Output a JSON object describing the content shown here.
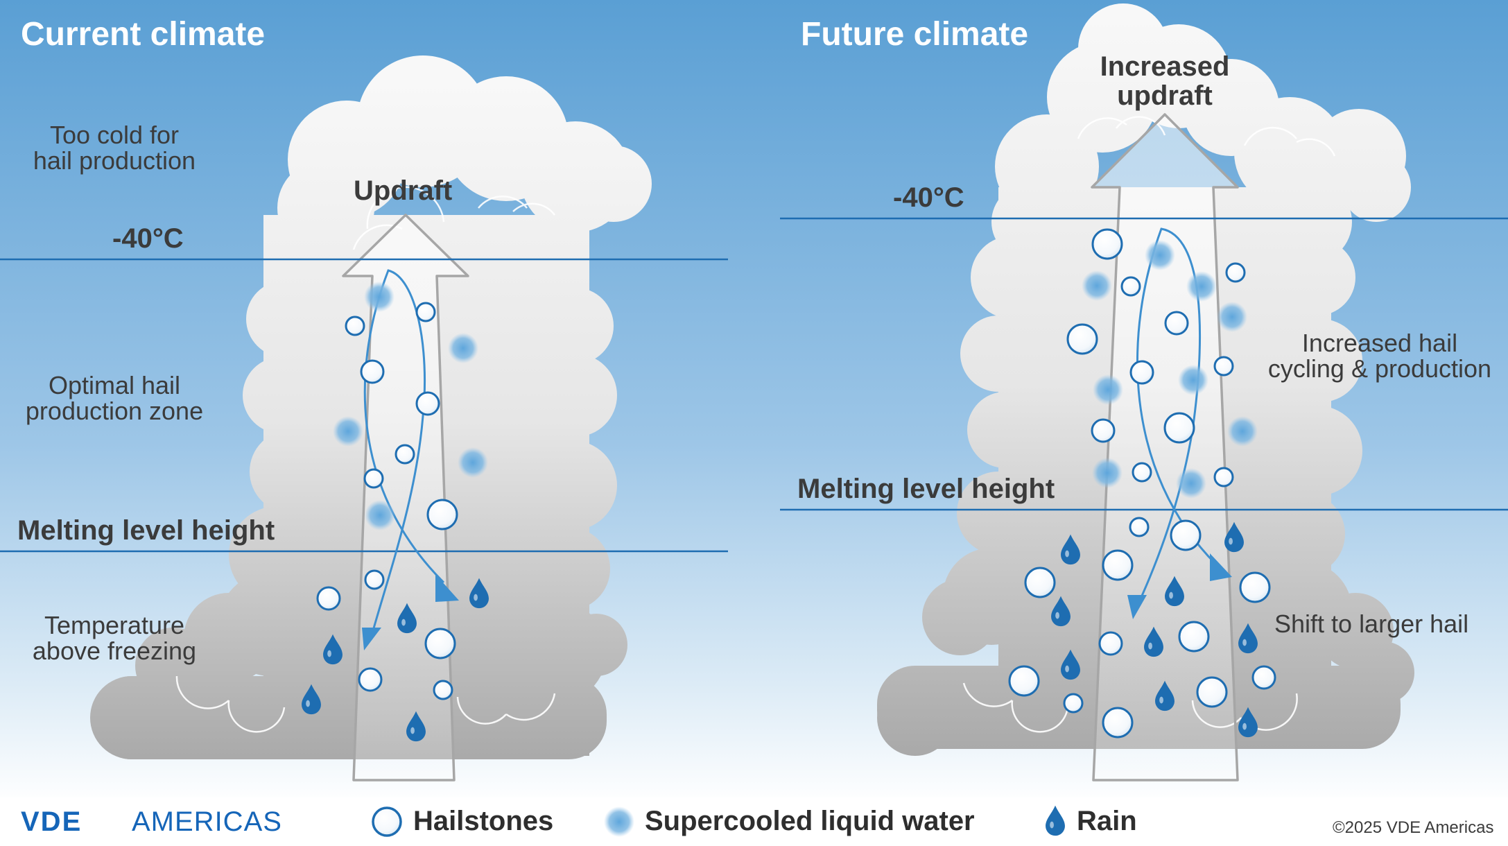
{
  "panels": {
    "current": {
      "title": "Current climate",
      "updraft_label": "Updraft",
      "zone_top": "Too cold for\nhail production",
      "zone_middle": "Optimal hail\nproduction zone",
      "zone_bottom": "Temperature\nabove freezing",
      "line_minus40": "-40°C",
      "line_melting": "Melting level height"
    },
    "future": {
      "title": "Future climate",
      "updraft_label": "Increased\nupdraft",
      "zone_middle": "Increased hail\ncycling & production",
      "zone_bottom": "Shift to larger hail",
      "line_minus40": "-40°C",
      "line_melting": "Melting level height"
    }
  },
  "legend": {
    "hailstones": "Hailstones",
    "supercooled": "Supercooled liquid water",
    "rain": "Rain"
  },
  "brand": {
    "name_bold": "VDE",
    "name_thin": "AMERICAS",
    "copyright": "©2025 VDE Americas"
  },
  "colors": {
    "sky_top": "#5a9fd4",
    "sky_bottom": "#ffffff",
    "level_line": "#1e6db1",
    "arrow_blue": "#3d8fcf",
    "rain_blue": "#1e6db1",
    "droplet": "#6aaedf",
    "hail_stroke": "#1e6db1",
    "cloud_gray": "#b9b9b9"
  },
  "icons": {
    "hail": "hailstone-icon",
    "supercooled": "supercooled-droplet-icon",
    "rain": "raindrop-icon"
  }
}
